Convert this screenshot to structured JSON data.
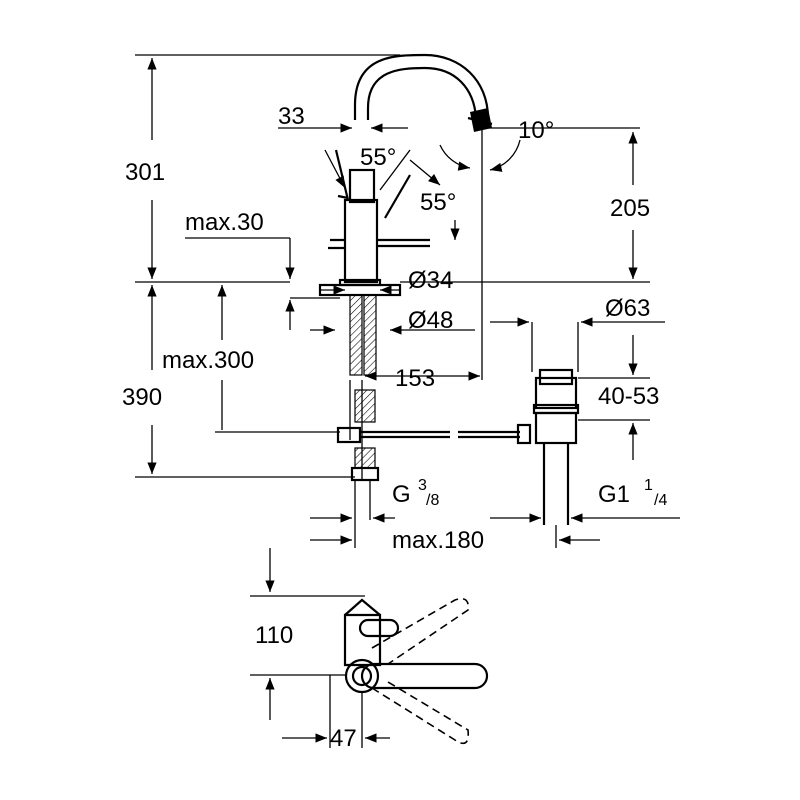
{
  "labels": {
    "d301": "301",
    "d33": "33",
    "d55a": "55°",
    "d55b": "55°",
    "d10": "10°",
    "d205": "205",
    "max30": "max.30",
    "dia34": "Ø34",
    "dia48": "Ø48",
    "dia63": "Ø63",
    "max300": "max.300",
    "d390": "390",
    "d153": "153",
    "d4053": "40-53",
    "g38_main": "G",
    "g38_num": "3",
    "g38_den": "/8",
    "g114_main": "G1",
    "g114_num": "1",
    "g114_den": "/4",
    "max180": "max.180",
    "d110": "110",
    "d47": "47"
  },
  "colors": {
    "stroke": "#000000",
    "background": "#ffffff"
  }
}
